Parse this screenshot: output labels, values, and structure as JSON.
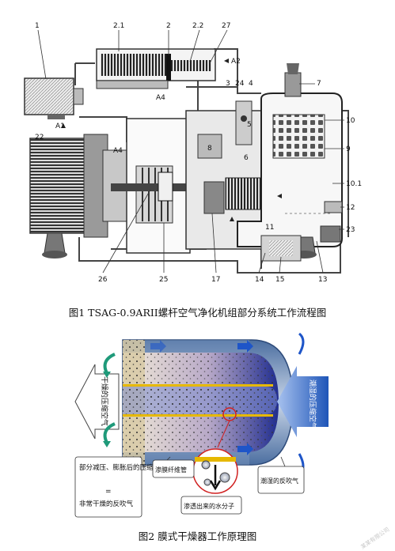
{
  "figure1": {
    "caption": "图1 TSAG-0.9ARII螺杆空气净化机组部分系统工作流程图",
    "labels": {
      "n1": "1",
      "n21": "2.1",
      "n2": "2",
      "n22": "2.2",
      "n27": "27",
      "a2": "A2",
      "a4top": "A4",
      "a1": "A1",
      "n3": "3",
      "n24": "24",
      "n4": "4",
      "n7": "7",
      "n10": "10",
      "n22b": "22",
      "n8": "8",
      "a4left": "A4",
      "n6": "6",
      "n5": "5",
      "n9": "9",
      "n101": "10.1",
      "n12": "12",
      "n11": "11",
      "n23": "23",
      "n26": "26",
      "n25": "25",
      "n17": "17",
      "n14": "14",
      "n15": "15",
      "n13": "13"
    }
  },
  "figure2": {
    "caption": "图2 膜式干燥器工作原理图",
    "labels": {
      "dry_out": "干燥的压缩空气",
      "wet_in": "潮湿的压缩空气",
      "fiber_tube": "渗膜纤维管",
      "partial_air": "部分减压、膨胀后的压缩空气",
      "equals": "=",
      "dry_purge": "非常干燥的反吹气",
      "permeate": "渗透出来的水分子",
      "wet_purge": "潮湿的反吹气"
    }
  },
  "watermark": "某某有限公司"
}
